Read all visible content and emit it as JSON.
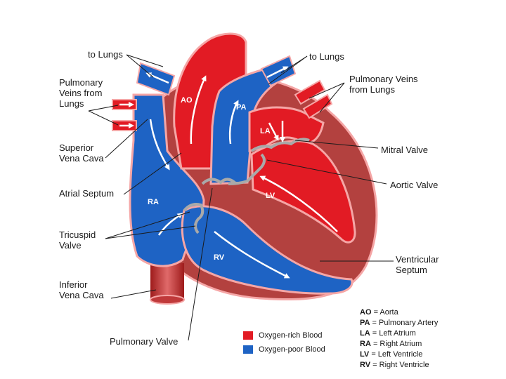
{
  "colors": {
    "oxygen_rich": "#e21b24",
    "oxygen_poor": "#1e63c4",
    "muscle": "#b3413f",
    "outline": "#f5a6a6",
    "valve": "#a9a9a9"
  },
  "labels": {
    "to_lungs_left": "to Lungs",
    "to_lungs_right": "to Lungs",
    "pulm_veins_left": [
      "Pulmonary",
      "Veins from",
      "Lungs"
    ],
    "pulm_veins_right": [
      "Pulmonary Veins",
      "from Lungs"
    ],
    "superior_vena_cava": [
      "Superior",
      "Vena Cava"
    ],
    "atrial_septum": "Atrial Septum",
    "tricuspid_valve": [
      "Tricuspid",
      "Valve"
    ],
    "inferior_vena_cava": [
      "Inferior",
      "Vena Cava"
    ],
    "pulmonary_valve": "Pulmonary Valve",
    "mitral_valve": "Mitral Valve",
    "aortic_valve": "Aortic Valve",
    "ventricular_septum": [
      "Ventricular",
      "Septum"
    ]
  },
  "chambers": {
    "ao": "AO",
    "pa": "PA",
    "la": "LA",
    "ra": "RA",
    "lv": "LV",
    "rv": "RV"
  },
  "legend": {
    "rich": "Oxygen-rich Blood",
    "poor": "Oxygen-poor Blood"
  },
  "key": [
    {
      "abbr": "AO",
      "text": "= Aorta"
    },
    {
      "abbr": "PA",
      "text": "= Pulmonary Artery"
    },
    {
      "abbr": "LA",
      "text": "= Left Atrium"
    },
    {
      "abbr": "RA",
      "text": "= Right Atrium"
    },
    {
      "abbr": "LV",
      "text": "= Left Ventricle"
    },
    {
      "abbr": "RV",
      "text": "= Right Ventricle"
    }
  ]
}
